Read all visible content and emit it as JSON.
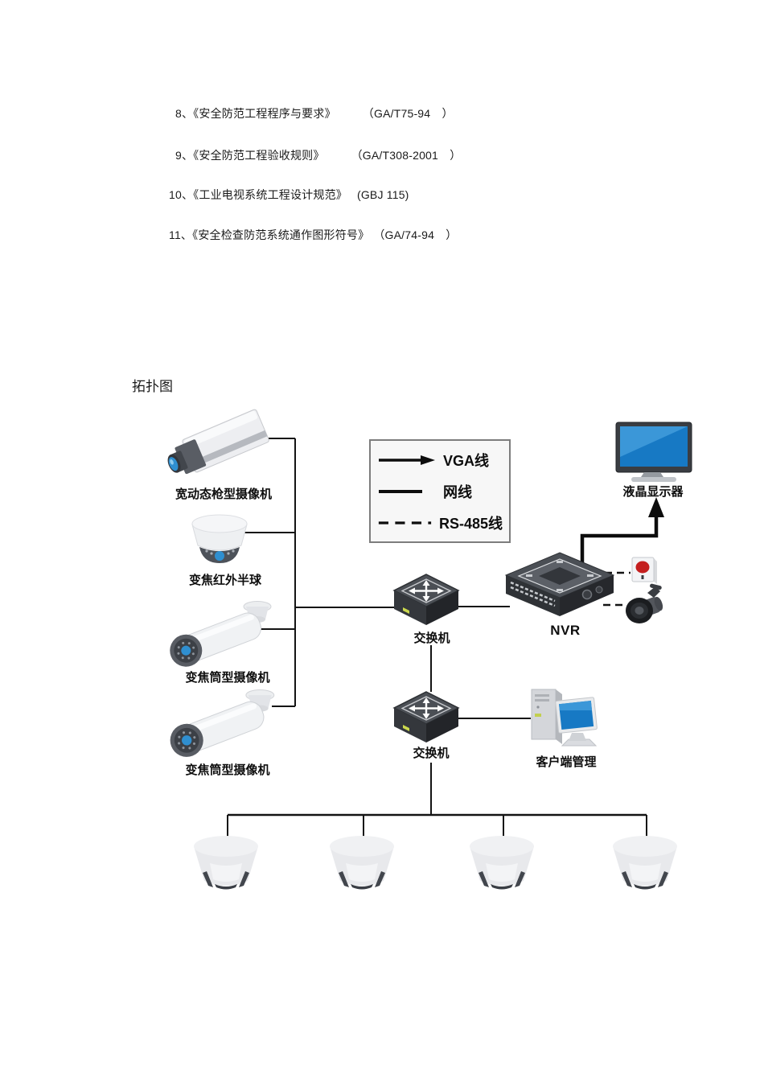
{
  "references": {
    "items": [
      {
        "label": "8、《安全防范工程程序与要求》",
        "code": "（GA/T75-94　）"
      },
      {
        "label": "9、《安全防范工程验收规则》",
        "code": "（GA/T308-2001　）"
      },
      {
        "label": "10、《工业电视系统工程设计规范》",
        "code": "(GBJ 115)"
      },
      {
        "label": "11、《安全检查防范系统通作图形符号》",
        "code": "（GA/74-94　）"
      }
    ]
  },
  "section": {
    "title": "拓扑图"
  },
  "diagram": {
    "legend": {
      "vga": "VGA线",
      "ethernet": "网线",
      "rs485": "RS-485线"
    },
    "nodes": {
      "box_camera": "宽动态枪型摄像机",
      "dome_camera": "变焦红外半球",
      "bullet_camera_1": "变焦筒型摄像机",
      "bullet_camera_2": "变焦筒型摄像机",
      "switch_1": "交换机",
      "nvr": "NVR",
      "monitor": "液晶显示器",
      "switch_2": "交换机",
      "client": "客户端管理"
    },
    "colors": {
      "connector_line": "#141414",
      "screen_blue": "#1779c4",
      "screen_highlight": "#3b97d8",
      "lens_blue": "#2f8fd0",
      "alarm_red": "#c41f1f",
      "device_dark": "#4a4e54",
      "device_light": "#eceef0",
      "legend_border": "#7d7d7d"
    }
  }
}
